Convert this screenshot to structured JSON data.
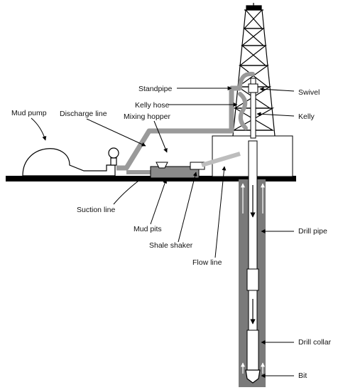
{
  "diagram": {
    "labels": {
      "mud_pump": "Mud pump",
      "discharge_line": "Discharge line",
      "mixing_hopper": "Mixing hopper",
      "standpipe": "Standpipe",
      "kelly_hose": "Kelly hose",
      "swivel": "Swivel",
      "kelly": "Kelly",
      "suction_line": "Suction line",
      "mud_pits": "Mud pits",
      "shale_shaker": "Shale shaker",
      "flow_line": "Flow line",
      "drill_pipe": "Drill pipe",
      "drill_collar": "Drill collar",
      "bit": "Bit"
    }
  }
}
